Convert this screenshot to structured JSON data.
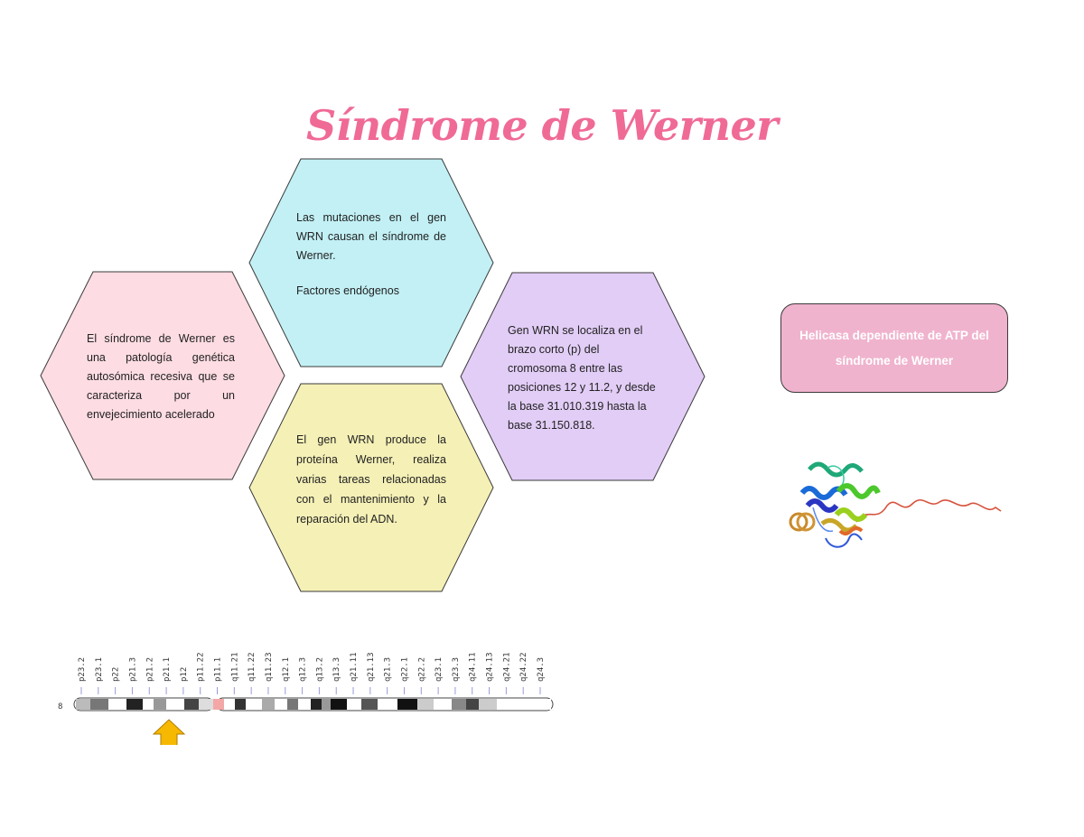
{
  "title": "Síndrome de Werner",
  "hexagons": {
    "left": {
      "text": "El síndrome de Werner es una patología genética autosómica recesiva que se caracteriza por un envejecimiento acelerado",
      "color": "#fddce3"
    },
    "top": {
      "text": "Las mutaciones en el gen WRN causan el síndrome de Werner.",
      "text2": "Factores endógenos",
      "color": "#c2f0f5"
    },
    "right": {
      "text": "Gen WRN se localiza en el brazo corto (p) del cromosoma 8 entre las posiciones 12 y 11.2, y desde la base 31.010.319 hasta la base 31.150.818.",
      "color": "#e2cdf6"
    },
    "bottom": {
      "text": "El gen WRN produce la proteína Werner, realiza varias tareas relacionadas con el mantenimiento y la reparación del ADN.",
      "color": "#f5f0b6"
    }
  },
  "callout": {
    "text": "Helicasa dependiente de ATP del síndrome de Werner",
    "color": "#f0b3cd"
  },
  "chromosome": {
    "number": "8",
    "bands": [
      "p23.2",
      "p23.1",
      "p22",
      "p21.3",
      "p21.2",
      "p21.1",
      "p12",
      "p11.22",
      "p11.1",
      "q11.21",
      "q11.22",
      "q11.23",
      "q12.1",
      "q12.3",
      "q13.2",
      "q13.3",
      "q21.11",
      "q21.13",
      "q21.3",
      "q22.1",
      "q22.2",
      "q23.1",
      "q23.3",
      "q24.11",
      "q24.13",
      "q24.21",
      "q24.22",
      "q24.3"
    ]
  }
}
